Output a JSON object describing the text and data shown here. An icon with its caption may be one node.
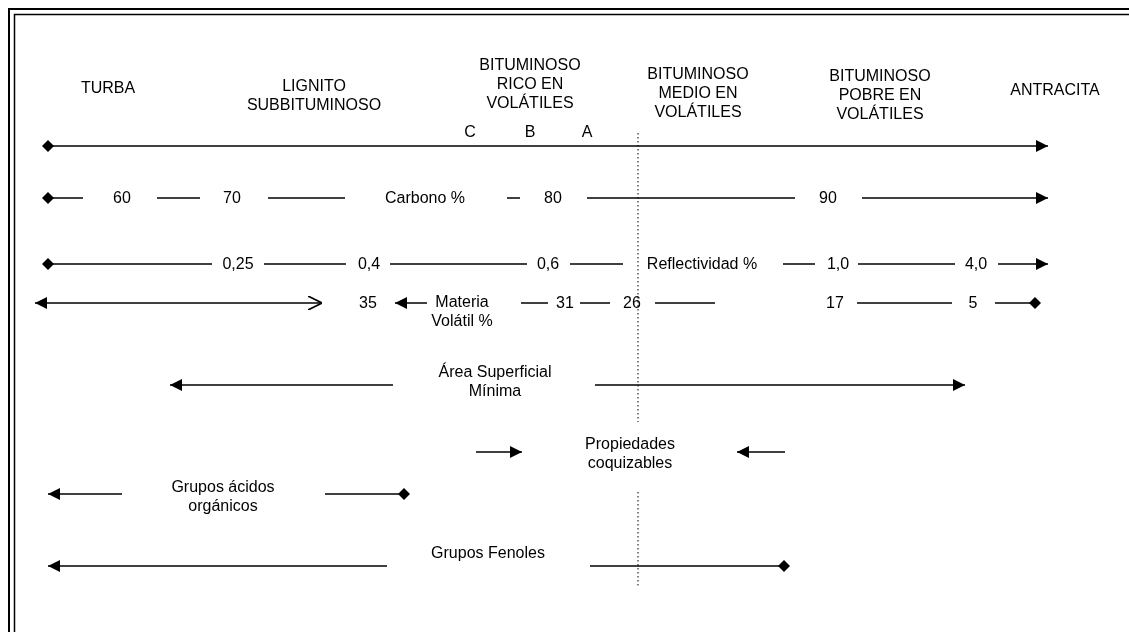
{
  "diagram": {
    "labels": [
      "TURBA",
      "LIGNITO SUBBITUMINOSO",
      "BITUMINOSO RICO EN VOLÁTILES",
      "C",
      "B",
      "A",
      "BITUMINOSO MEDIO EN VOLÁTILES",
      "BITUMINOSO POBRE EN VOLÁTILES",
      "ANTRACITA",
      "60",
      "70",
      "Carbono %",
      "80",
      "90",
      "0,25",
      "0,4",
      "0,6",
      "Reflectividad %",
      "1,0",
      "4,0",
      "35",
      "Materia Volátil %",
      "31",
      "26",
      "17",
      "5",
      "Área Superficial Mínima",
      "Propiedades coquizables",
      "Grupos ácidos orgánicos",
      "Grupos Fenoles"
    ]
  }
}
